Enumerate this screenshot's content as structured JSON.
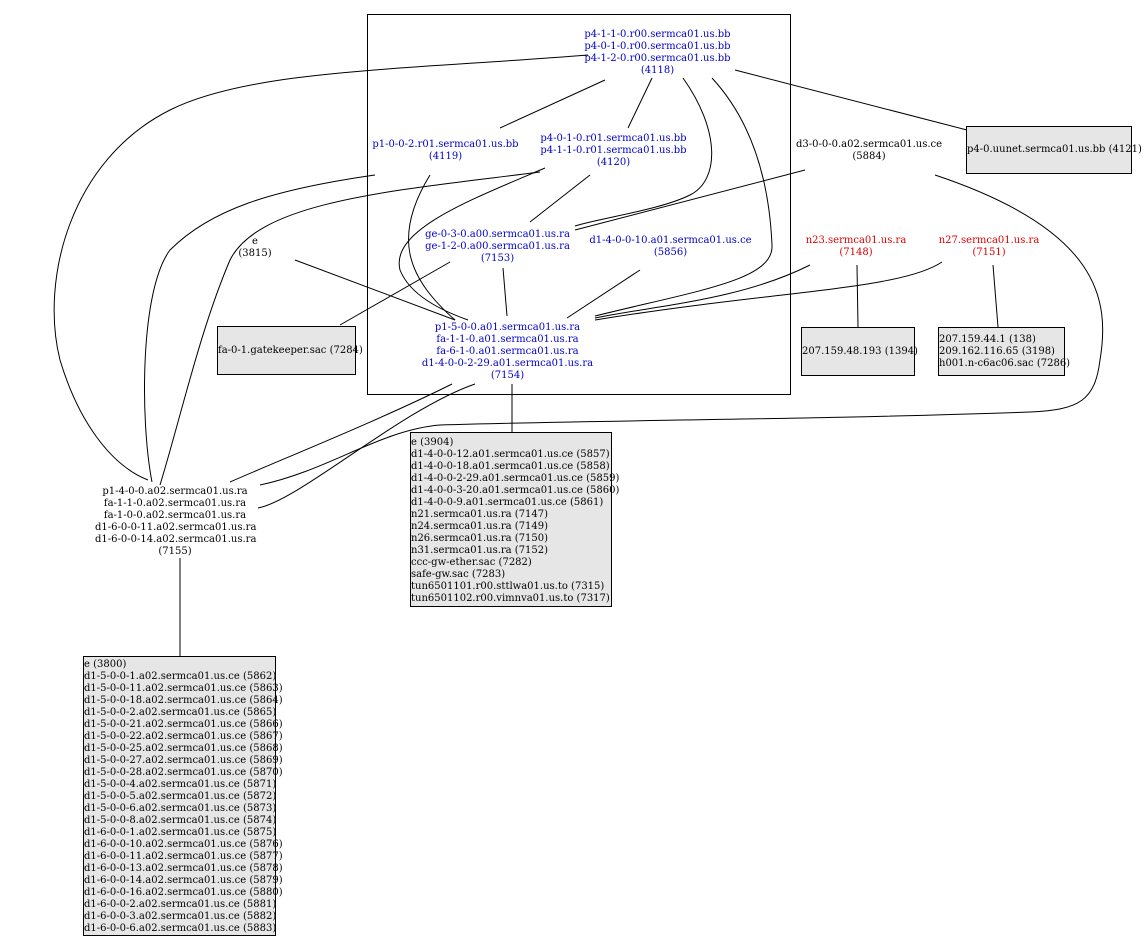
{
  "nodes": {
    "n4118": {
      "lines": [
        "p4-1-1-0.r00.sermca01.us.bb",
        "p4-0-1-0.r00.sermca01.us.bb",
        "p4-1-2-0.r00.sermca01.us.bb",
        "(4118)"
      ]
    },
    "n4119": {
      "lines": [
        "p1-0-0-2.r01.sermca01.us.bb",
        "(4119)"
      ]
    },
    "n4120": {
      "lines": [
        "p4-0-1-0.r01.sermca01.us.bb",
        "p4-1-1-0.r01.sermca01.us.bb",
        "(4120)"
      ]
    },
    "n7153": {
      "lines": [
        "ge-0-3-0.a00.sermca01.us.ra",
        "ge-1-2-0.a00.sermca01.us.ra",
        "(7153)"
      ]
    },
    "n5856": {
      "lines": [
        "d1-4-0-0-10.a01.sermca01.us.ce",
        "(5856)"
      ]
    },
    "n7154": {
      "lines": [
        "p1-5-0-0.a01.sermca01.us.ra",
        "fa-1-1-0.a01.sermca01.us.ra",
        "fa-6-1-0.a01.sermca01.us.ra",
        "d1-4-0-0-2-29.a01.sermca01.us.ra",
        "(7154)"
      ]
    },
    "n5884": {
      "lines": [
        "d3-0-0-0.a02.sermca01.us.ce",
        "(5884)"
      ]
    },
    "n7148": {
      "lines": [
        "n23.sermca01.us.ra",
        "(7148)"
      ]
    },
    "n7151": {
      "lines": [
        "n27.sermca01.us.ra",
        "(7151)"
      ]
    },
    "n3815": {
      "lines": [
        "e",
        "(3815)"
      ]
    },
    "n7155": {
      "lines": [
        "p1-4-0-0.a02.sermca01.us.ra",
        "fa-1-1-0.a02.sermca01.us.ra",
        "fa-1-0-0.a02.sermca01.us.ra",
        "d1-6-0-0-11.a02.sermca01.us.ra",
        "d1-6-0-0-14.a02.sermca01.us.ra",
        "(7155)"
      ]
    }
  },
  "boxes": {
    "b4121": {
      "lines": [
        "p4-0.uunet.sermca01.us.bb (4121)"
      ]
    },
    "b7284": {
      "lines": [
        "fa-0-1.gatekeeper.sac (7284)"
      ]
    },
    "b1394": {
      "lines": [
        "207.159.48.193 (1394)"
      ]
    },
    "b7151": {
      "lines": [
        "207.159.44.1 (138)",
        "209.162.116.65 (3198)",
        "h001.n-c6ac06.sac (7286)"
      ]
    },
    "b3904": {
      "lines": [
        "e (3904)",
        "d1-4-0-0-12.a01.sermca01.us.ce (5857)",
        "d1-4-0-0-18.a01.sermca01.us.ce (5858)",
        "d1-4-0-0-2-29.a01.sermca01.us.ce (5859)",
        "d1-4-0-0-3-20.a01.sermca01.us.ce (5860)",
        "d1-4-0-0-9.a01.sermca01.us.ce (5861)",
        "n21.sermca01.us.ra (7147)",
        "n24.sermca01.us.ra (7149)",
        "n26.sermca01.us.ra (7150)",
        "n31.sermca01.us.ra (7152)",
        "ccc-gw-ether.sac (7282)",
        "safe-gw.sac (7283)",
        "tun6501101.r00.sttlwa01.us.to (7315)",
        "tun6501102.r00.vimnva01.us.to (7317)"
      ]
    },
    "b3800": {
      "lines": [
        "e (3800)",
        "d1-5-0-0-1.a02.sermca01.us.ce (5862)",
        "d1-5-0-0-11.a02.sermca01.us.ce (5863)",
        "d1-5-0-0-18.a02.sermca01.us.ce (5864)",
        "d1-5-0-0-2.a02.sermca01.us.ce (5865)",
        "d1-5-0-0-21.a02.sermca01.us.ce (5866)",
        "d1-5-0-0-22.a02.sermca01.us.ce (5867)",
        "d1-5-0-0-25.a02.sermca01.us.ce (5868)",
        "d1-5-0-0-27.a02.sermca01.us.ce (5869)",
        "d1-5-0-0-28.a02.sermca01.us.ce (5870)",
        "d1-5-0-0-4.a02.sermca01.us.ce (5871)",
        "d1-5-0-0-5.a02.sermca01.us.ce (5872)",
        "d1-5-0-0-6.a02.sermca01.us.ce (5873)",
        "d1-5-0-0-8.a02.sermca01.us.ce (5874)",
        "d1-6-0-0-1.a02.sermca01.us.ce (5875)",
        "d1-6-0-0-10.a02.sermca01.us.ce (5876)",
        "d1-6-0-0-11.a02.sermca01.us.ce (5877)",
        "d1-6-0-0-13.a02.sermca01.us.ce (5878)",
        "d1-6-0-0-14.a02.sermca01.us.ce (5879)",
        "d1-6-0-0-16.a02.sermca01.us.ce (5880)",
        "d1-6-0-0-2.a02.sermca01.us.ce (5881)",
        "d1-6-0-0-3.a02.sermca01.us.ce (5882)",
        "d1-6-0-0-6.a02.sermca01.us.ce (5883)"
      ]
    }
  },
  "colors": {
    "internal_node": "#0000cc",
    "alert_node": "#dd0000",
    "external_node": "#000000",
    "box_fill": "#e6e6e6",
    "edge": "#000000"
  }
}
